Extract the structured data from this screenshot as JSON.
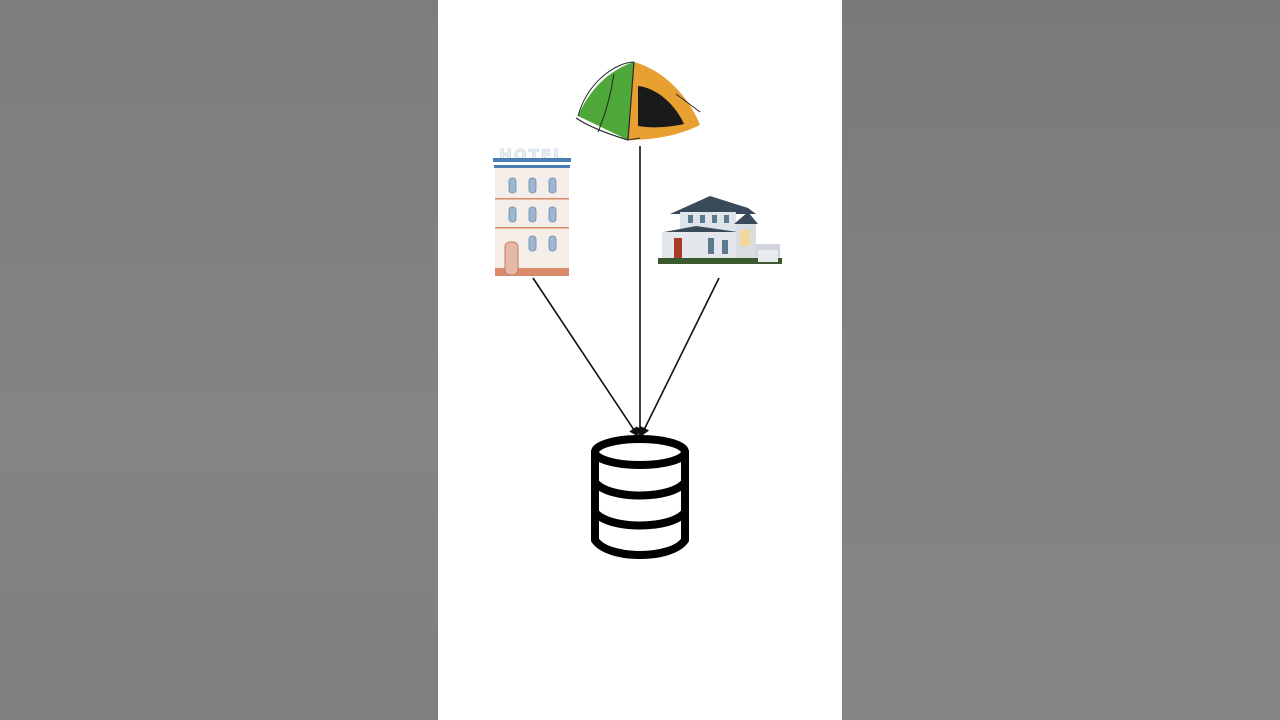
{
  "diagram": {
    "nodes": [
      {
        "id": "tent",
        "icon": "tent-icon"
      },
      {
        "id": "hotel",
        "icon": "hotel-icon",
        "sign_text": "HOTEL"
      },
      {
        "id": "house",
        "icon": "house-icon"
      },
      {
        "id": "database",
        "icon": "database-icon"
      }
    ],
    "edges": [
      {
        "from": "hotel",
        "to": "database"
      },
      {
        "from": "tent",
        "to": "database"
      },
      {
        "from": "house",
        "to": "database"
      }
    ]
  },
  "colors": {
    "page_background": "#808080",
    "panel_background": "#ffffff",
    "arrow": "#111111",
    "tent_green": "#4ea83a",
    "tent_orange": "#e8a030",
    "hotel_blue": "#4a7db0",
    "hotel_base": "#d98a6a"
  }
}
